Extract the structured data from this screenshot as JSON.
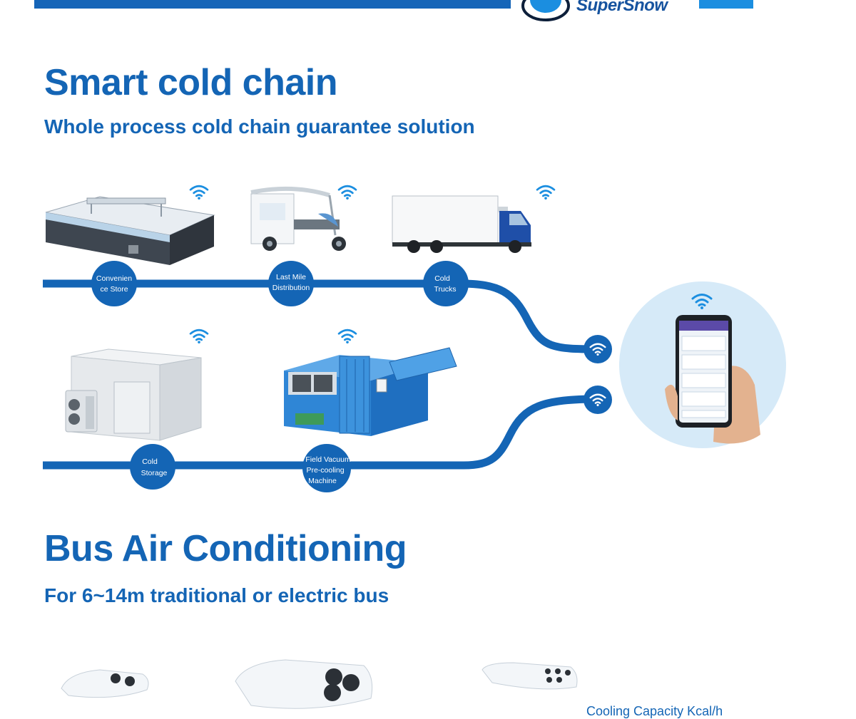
{
  "brand": {
    "name": "SuperSnow"
  },
  "cold_chain": {
    "title": "Smart cold chain",
    "subtitle": "Whole process cold chain guarantee solution",
    "nodes": [
      {
        "lines": [
          "Convenien",
          "ce Store"
        ]
      },
      {
        "lines": [
          "Last Mile",
          "Distribution"
        ]
      },
      {
        "lines": [
          "Cold",
          "Trucks"
        ]
      },
      {
        "lines": [
          "Cold",
          "Storage"
        ]
      },
      {
        "lines": [
          "Field Vacuum",
          "Pre-cooling",
          "Machine"
        ]
      }
    ]
  },
  "bus_ac": {
    "title": "Bus Air Conditioning",
    "subtitle": "For 6~14m traditional or electric bus",
    "caption": "Cooling Capacity Kcal/h"
  },
  "colors": {
    "primary": "#1465b5",
    "accent": "#1b8ee0",
    "bubble": "#d6eaf8"
  },
  "icons": [
    "wifi-icon",
    "smartphone-icon",
    "logo-icon"
  ]
}
